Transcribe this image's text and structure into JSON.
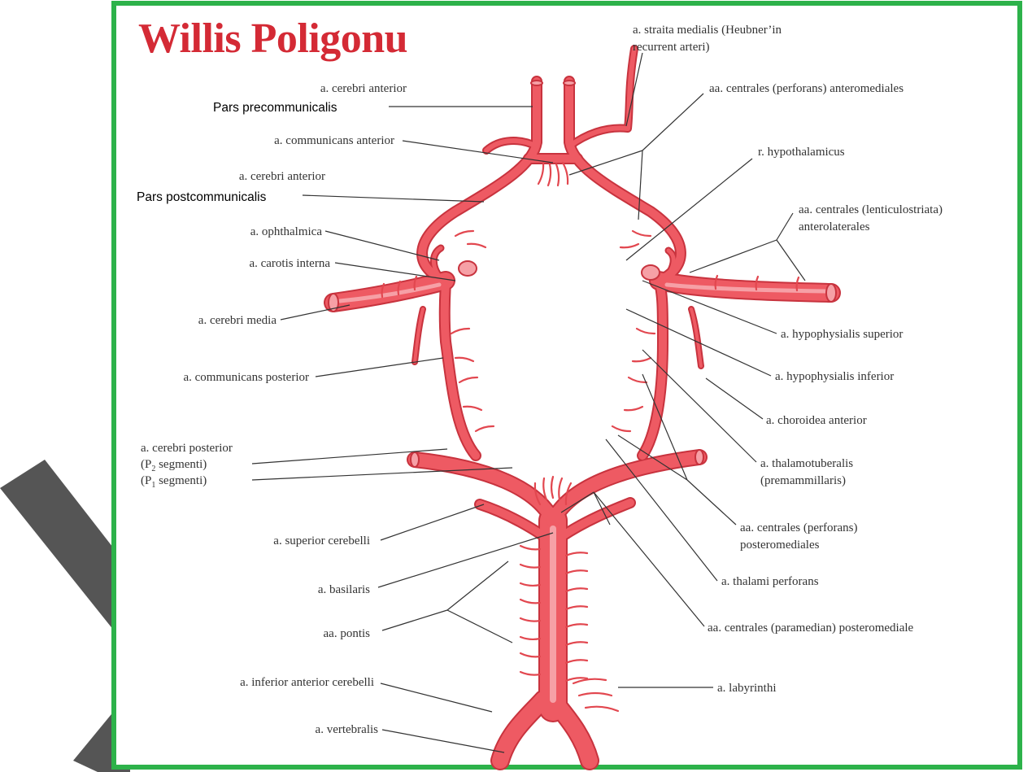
{
  "title": "Willis Poligonu",
  "colors": {
    "frame": "#2db24a",
    "title": "#d42a35",
    "vessel": "#ee5a63",
    "vessel_dark": "#c8333e",
    "vessel_light": "#f6a0a6",
    "leader": "#333333",
    "backdrop_stroke": "#555555"
  },
  "labels": {
    "cerebri_anterior_1": "a. cerebri anterior",
    "pars_precommunicalis": "Pars precommunicalis",
    "communicans_anterior": "a. communicans anterior",
    "cerebri_anterior_2": "a. cerebri anterior",
    "pars_postcommunicalis": "Pars postcommunicalis",
    "ophthalmica": "a. ophthalmica",
    "carotis_interna": "a. carotis interna",
    "cerebri_media": "a. cerebri media",
    "communicans_posterior": "a. communicans posterior",
    "cerebri_posterior": "a. cerebri posterior",
    "p2_open": "(P",
    "p2_sub": "2",
    "p2_rest": " segmenti)",
    "p1_open": "(P",
    "p1_sub": "1",
    "p1_rest": " segmenti)",
    "superior_cerebelli": "a. superior cerebelli",
    "basilaris": "a. basilaris",
    "pontis": "aa. pontis",
    "inferior_anterior_cerebelli": "a. inferior anterior cerebelli",
    "vertebralis": "a. vertebralis",
    "straita_medialis_1": "a. straita medialis (Heubner’in",
    "straita_medialis_2": "recurrent arteri)",
    "centrales_anteromediales": "aa. centrales (perforans) anteromediales",
    "hypothalamicus": "r. hypothalamicus",
    "lenticulostriata_1": "aa. centrales (lenticulostriata)",
    "lenticulostriata_2": "anterolaterales",
    "hypophysialis_superior": "a. hypophysialis superior",
    "hypophysialis_inferior": "a. hypophysialis inferior",
    "choroidea_anterior": "a. choroidea anterior",
    "thalamotuberalis_1": "a. thalamotuberalis",
    "thalamotuberalis_2": "(premammillaris)",
    "centrales_posteromediales_1": "aa. centrales (perforans)",
    "centrales_posteromediales_2": "posteromediales",
    "thalami_perforans": "a. thalami perforans",
    "paramedian": "aa. centrales (paramedian) posteromediale",
    "labyrinthi": "a. labyrinthi"
  }
}
